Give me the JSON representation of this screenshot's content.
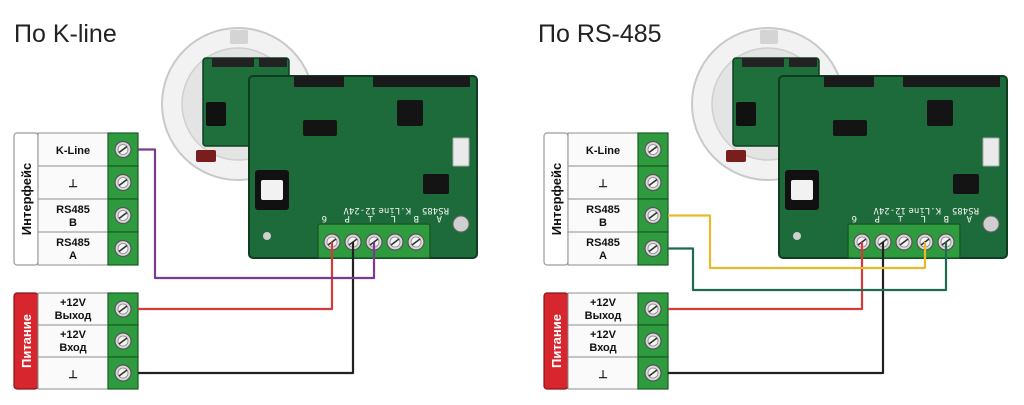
{
  "panels": [
    {
      "title": "По K-line",
      "interface": {
        "label": "Интерфейс",
        "rows": [
          {
            "lines": [
              "K-Line"
            ]
          },
          {
            "lines": [
              "⊥"
            ]
          },
          {
            "lines": [
              "RS485",
              "B"
            ]
          },
          {
            "lines": [
              "RS485",
              "A"
            ]
          }
        ]
      },
      "power": {
        "label": "Питание",
        "rows": [
          {
            "lines": [
              "+12V",
              "Выход"
            ]
          },
          {
            "lines": [
              "+12V",
              "Вход"
            ]
          },
          {
            "lines": [
              "⊥"
            ]
          }
        ]
      },
      "board_pins": [
        "6",
        "P",
        "⊥",
        "L",
        "B",
        "A"
      ],
      "board_texts": [
        "12-24V",
        "K.Line",
        "RS485"
      ]
    },
    {
      "title": "По RS-485",
      "interface": {
        "label": "Интерфейс",
        "rows": [
          {
            "lines": [
              "K-Line"
            ]
          },
          {
            "lines": [
              "⊥"
            ]
          },
          {
            "lines": [
              "RS485",
              "B"
            ]
          },
          {
            "lines": [
              "RS485",
              "A"
            ]
          }
        ]
      },
      "power": {
        "label": "Питание",
        "rows": [
          {
            "lines": [
              "+12V",
              "Выход"
            ]
          },
          {
            "lines": [
              "+12V",
              "Вход"
            ]
          },
          {
            "lines": [
              "⊥"
            ]
          }
        ]
      },
      "board_pins": [
        "6",
        "P",
        "⊥",
        "L",
        "B",
        "A"
      ],
      "board_texts": [
        "12-24V",
        "K.Line",
        "RS485"
      ]
    }
  ],
  "colors": {
    "terminal_green": "#2e9b3e",
    "power_red": "#d7262d",
    "wire_purple": "#7a3b8f",
    "wire_red": "#d43a3a",
    "wire_black": "#222222",
    "wire_yellow": "#e8b92a",
    "wire_teal": "#1e6b52",
    "board_green": "#1d6b3a"
  }
}
